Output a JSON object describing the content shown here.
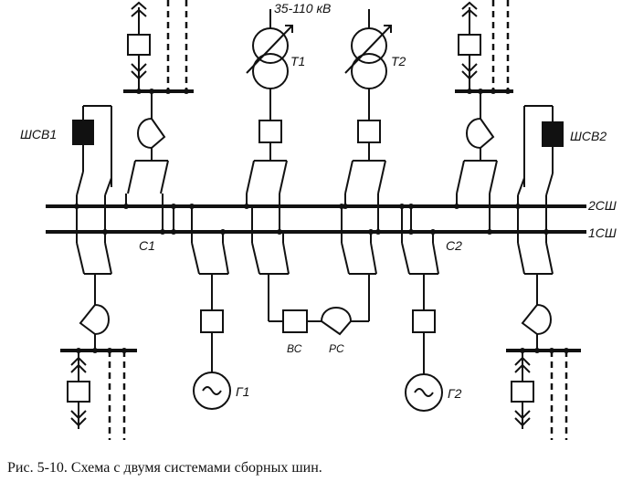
{
  "diagram": {
    "voltage_label": "35-110 кВ",
    "transformers": [
      "Т1",
      "Т2"
    ],
    "generators": [
      "Г1",
      "Г2"
    ],
    "bus_couplers": [
      "ШСВ1",
      "ШСВ2"
    ],
    "sectional": [
      "С1",
      "С2"
    ],
    "buses": [
      "2СШ",
      "1СШ"
    ],
    "reactor_labels": {
      "switch": "ВС",
      "reactor": "РС"
    }
  },
  "caption": "Рис. 5-10. Схема с двумя системами сборных шин."
}
